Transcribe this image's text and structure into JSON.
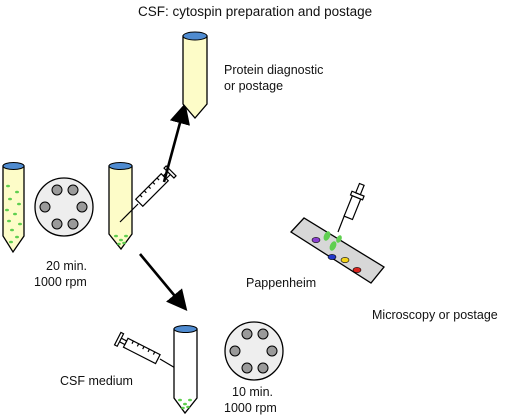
{
  "title": "CSF: cytospin preparation and postage",
  "labels": {
    "protein_line1": "Protein diagnostic",
    "protein_line2": "or postage",
    "centrifuge1_line1": "20 min.",
    "centrifuge1_line2": "1000 rpm",
    "pappenheim": "Pappenheim",
    "microscopy": "Microscopy or postage",
    "csf_medium": "CSF medium",
    "centrifuge2_line1": "10 min.",
    "centrifuge2_line2": "1000 rpm"
  },
  "colors": {
    "tube_fill": "#fdfcc8",
    "tube_cap": "#4f8bd0",
    "cells": "#5fcf4f",
    "rotor": "#eeeeee",
    "rotor_hole": "#9a9a9a",
    "slide": "#d7d7d7",
    "stain_purple": "#8a3fd0",
    "stain_blue": "#2338c8",
    "stain_yellow": "#f2d21a",
    "stain_red": "#d8241e"
  }
}
